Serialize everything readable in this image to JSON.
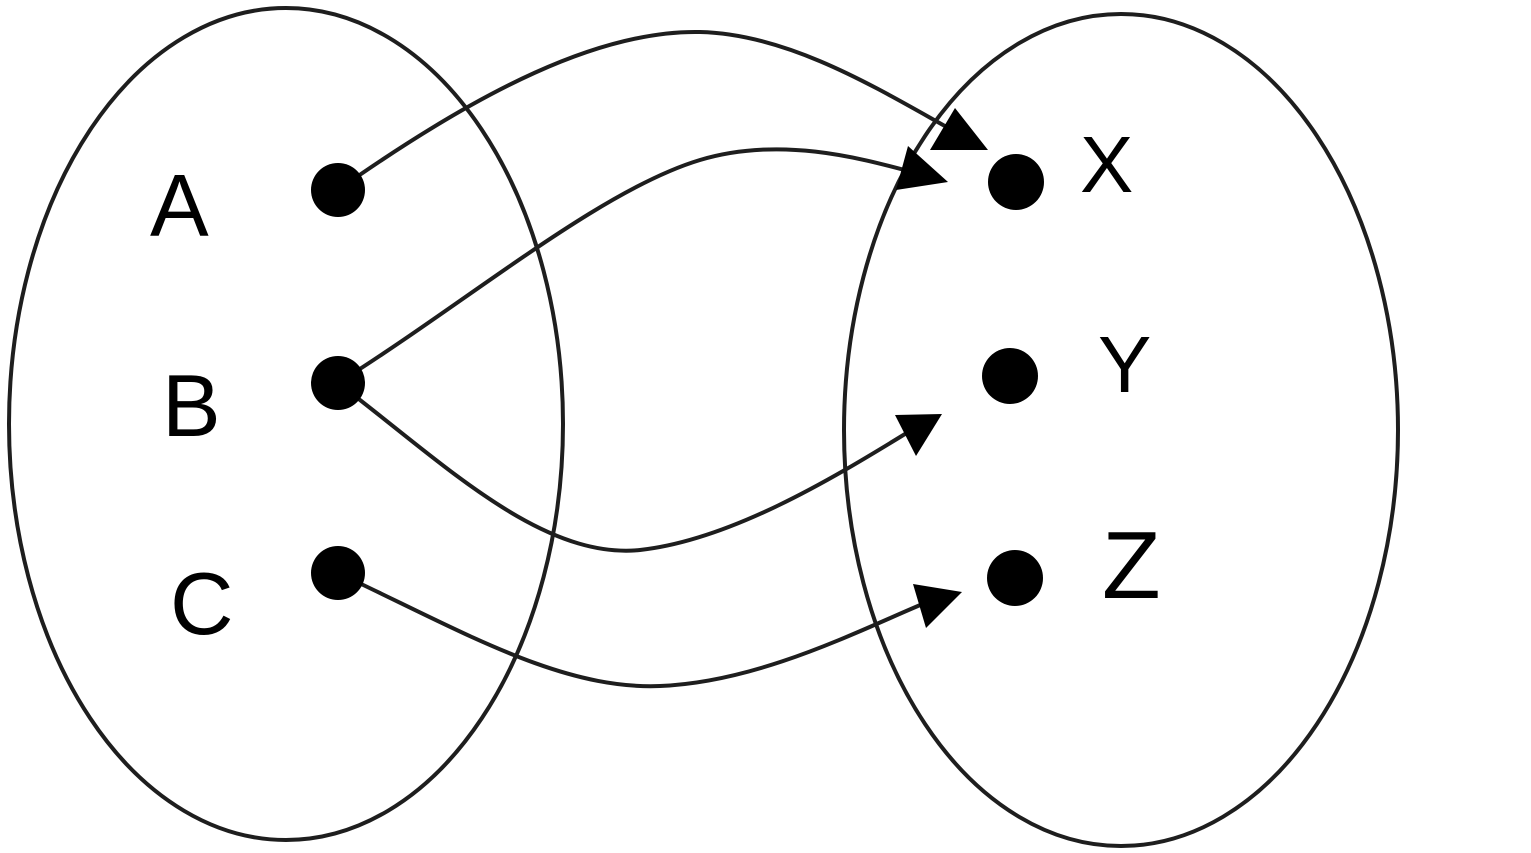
{
  "diagram": {
    "type": "mapping",
    "domain": {
      "elements": [
        {
          "id": "A",
          "label": "A"
        },
        {
          "id": "B",
          "label": "B"
        },
        {
          "id": "C",
          "label": "C"
        }
      ]
    },
    "codomain": {
      "elements": [
        {
          "id": "X",
          "label": "X"
        },
        {
          "id": "Y",
          "label": "Y"
        },
        {
          "id": "Z",
          "label": "Z"
        }
      ]
    },
    "mappings": [
      {
        "from": "A",
        "to": "X"
      },
      {
        "from": "B",
        "to": "X"
      },
      {
        "from": "B",
        "to": "Y"
      },
      {
        "from": "C",
        "to": "Z"
      }
    ],
    "colors": {
      "stroke": "#1e1e1e",
      "fill": "#000000",
      "background": "#ffffff"
    }
  }
}
